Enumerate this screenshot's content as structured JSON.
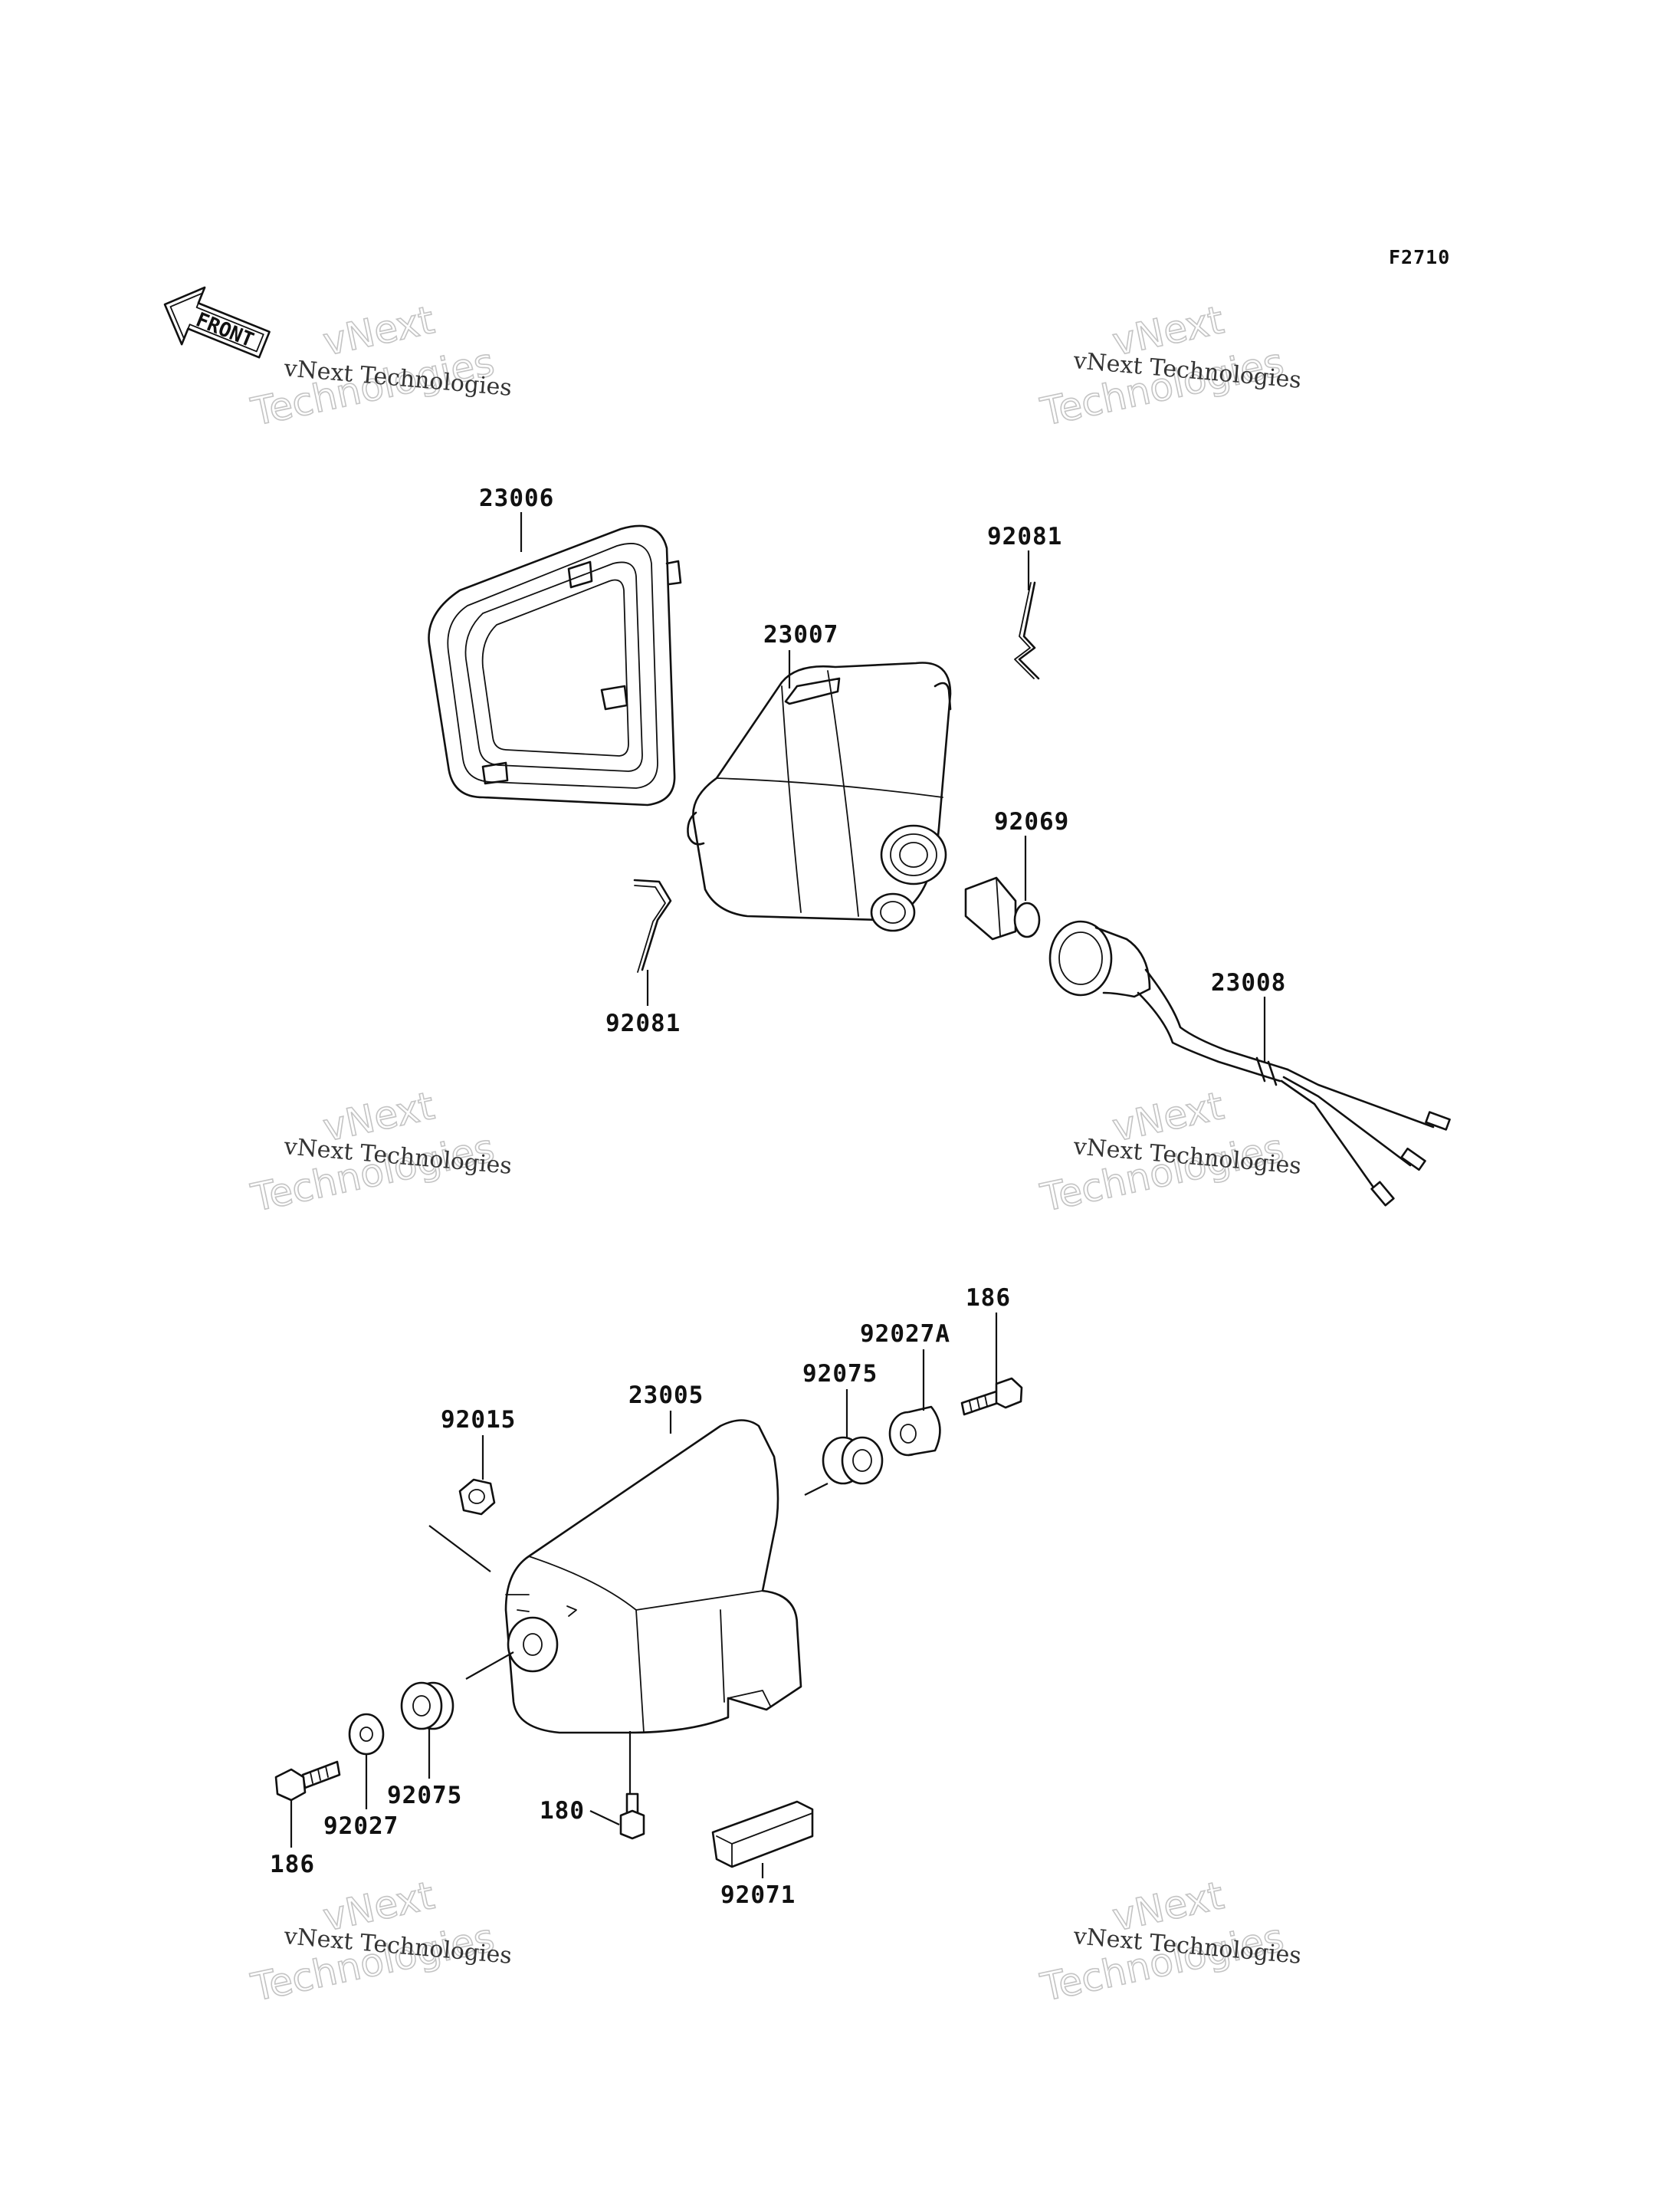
{
  "figure_code": "F2710",
  "front_arrow_label": "FRONT",
  "watermark": {
    "line1": "vNext",
    "line2": "Technologies",
    "line_small": "vNext Technologies"
  },
  "labels": {
    "p23006": "23006",
    "p23007": "23007",
    "p92081_top": "92081",
    "p92081_bottom": "92081",
    "p92069": "92069",
    "p23008": "23008",
    "p186_top": "186",
    "p92027A": "92027A",
    "p92075_top": "92075",
    "p23005": "23005",
    "p92015": "92015",
    "p92075_bottom": "92075",
    "p92027": "92027",
    "p186_bottom": "186",
    "p180": "180",
    "p92071": "92071"
  }
}
